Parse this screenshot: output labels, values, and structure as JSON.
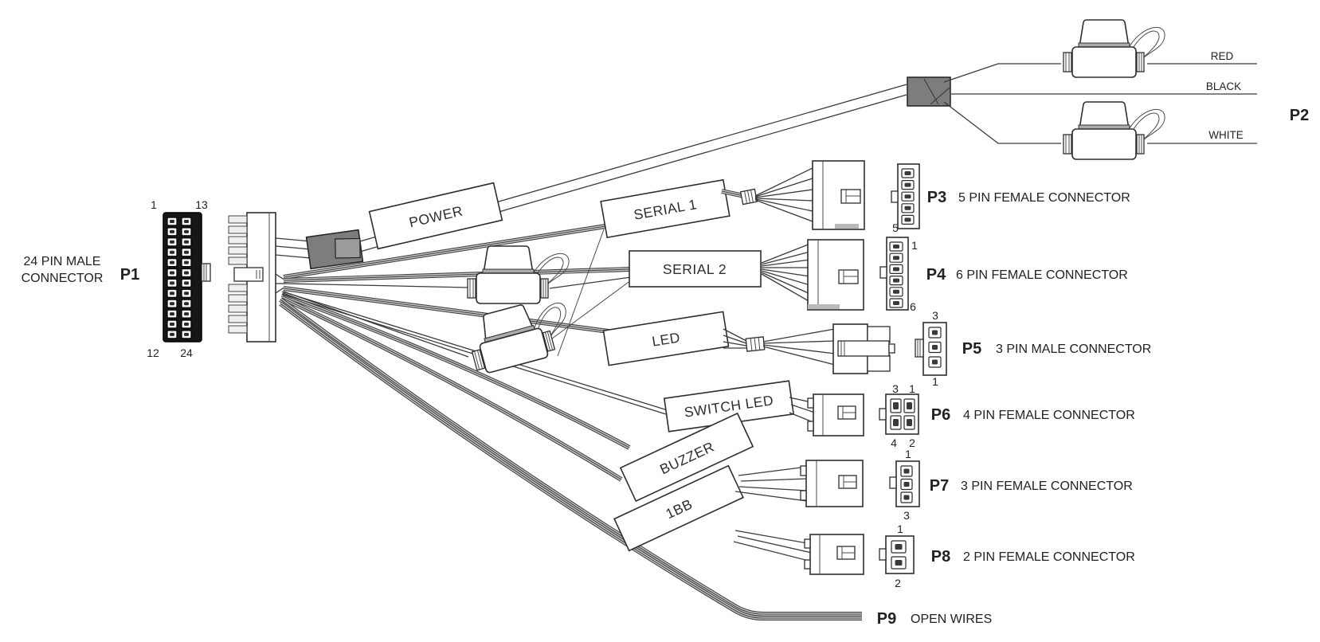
{
  "p1": {
    "name": "P1",
    "type_line1": "24 PIN MALE",
    "type_line2": "CONNECTOR",
    "pin_count": 24,
    "pin_top_left": "1",
    "pin_top_right": "13",
    "pin_bottom_left": "12",
    "pin_bottom_right": "24"
  },
  "p2": {
    "name": "P2",
    "wire_labels": [
      "RED",
      "BLACK",
      "WHITE"
    ]
  },
  "cable_labels": {
    "power": "POWER",
    "serial1": "SERIAL 1",
    "serial2": "SERIAL 2",
    "led": "LED",
    "switch_led": "SWITCH LED",
    "buzzer": "BUZZER",
    "ibb": "1BB"
  },
  "p3": {
    "name": "P3",
    "desc": "5 PIN FEMALE CONNECTOR",
    "pin_bottom": "5"
  },
  "p4": {
    "name": "P4",
    "desc": "6 PIN FEMALE CONNECTOR",
    "pin_top": "1",
    "pin_bottom": "6"
  },
  "p5": {
    "name": "P5",
    "desc": "3 PIN MALE CONNECTOR",
    "pin_top": "3",
    "pin_bottom": "1"
  },
  "p6": {
    "name": "P6",
    "desc": "4 PIN FEMALE CONNECTOR",
    "pin_top_left": "3",
    "pin_top_right": "1",
    "pin_bottom_left": "4",
    "pin_bottom_right": "2"
  },
  "p7": {
    "name": "P7",
    "desc": "3 PIN FEMALE CONNECTOR",
    "pin_top": "1",
    "pin_bottom": "3"
  },
  "p8": {
    "name": "P8",
    "desc": "2 PIN FEMALE CONNECTOR",
    "pin_top": "1",
    "pin_bottom": "2"
  },
  "p9": {
    "name": "P9",
    "desc": "OPEN WIRES"
  },
  "colors": {
    "line": "#3a3a3a",
    "splice_fill": "#7d7d7d",
    "splice_inner": "#9b9b9b",
    "connector_body": "#161616",
    "text": "#222222"
  }
}
